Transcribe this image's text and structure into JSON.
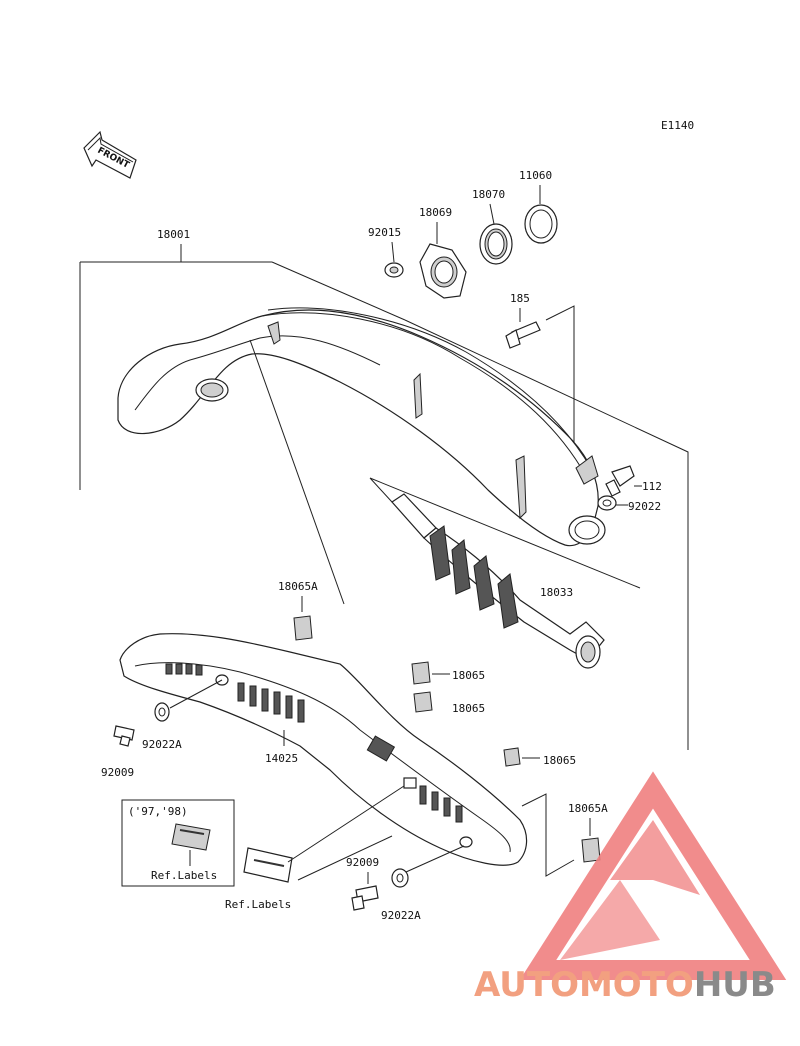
{
  "diagram_code": "E1140",
  "front_label": "FRONT",
  "parts": {
    "p18001": "18001",
    "p92015": "92015",
    "p18069": "18069",
    "p18070": "18070",
    "p11060": "11060",
    "p185": "185",
    "p112": "112",
    "p92022": "92022",
    "p18033": "18033",
    "p18065A_top": "18065A",
    "p18065_1": "18065",
    "p18065_2": "18065",
    "p18065_3": "18065",
    "p18065A_right": "18065A",
    "p14025": "14025",
    "p92022A_left": "92022A",
    "p92009_left": "92009",
    "p92009_bottom": "92009",
    "p92022A_bottom": "92022A"
  },
  "inset": {
    "years": "('97,'98)",
    "ref_labels": "Ref.Labels"
  },
  "ref_labels_bottom": "Ref.Labels",
  "watermark": {
    "part1": "AUTOMOTO",
    "part2": "HUB",
    "color1": "#f2a080",
    "color2": "#8a8a8a",
    "logo_color": "#f08080"
  }
}
